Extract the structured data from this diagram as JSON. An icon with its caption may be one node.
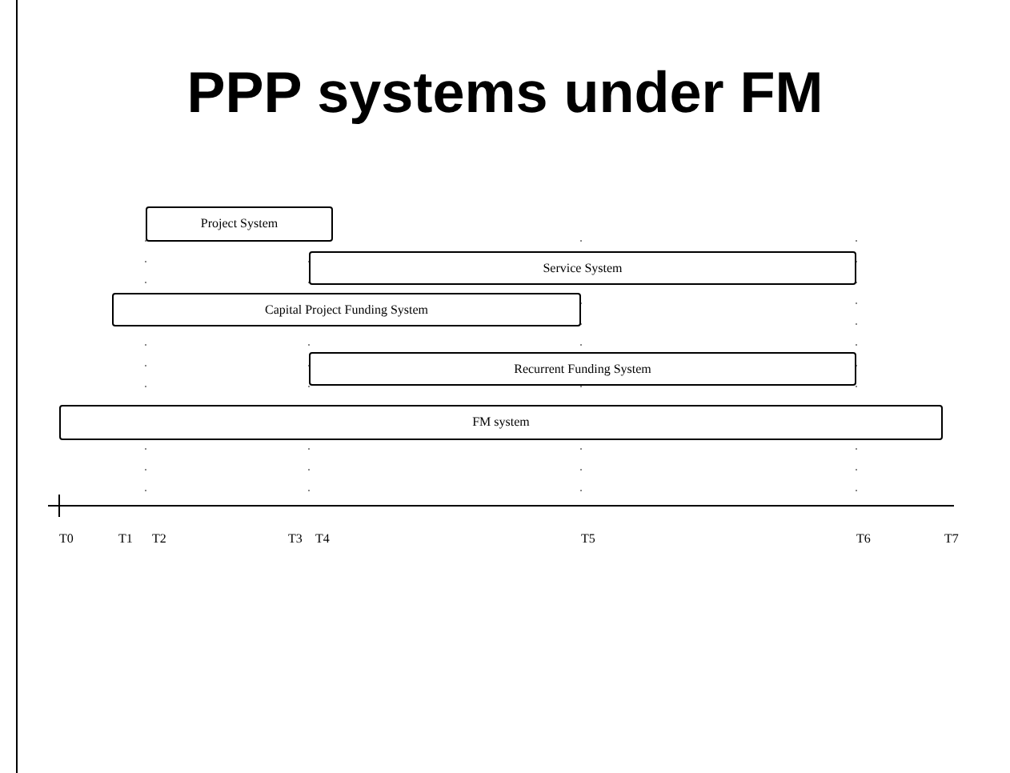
{
  "diagram": {
    "title": "PPP systems under FM",
    "nodes": [
      {
        "text": [
          "Project System"
        ]
      },
      {
        "text": [
          "Service System"
        ]
      },
      {
        "text": [
          "Capital Project Funding System"
        ]
      },
      {
        "text": [
          "Recurrent Funding System"
        ]
      },
      {
        "text": [
          "FM system"
        ]
      }
    ],
    "labels": [
      "T0",
      "T1",
      "T2",
      "T3",
      "T4",
      "T5",
      "T6",
      "T7"
    ]
  }
}
